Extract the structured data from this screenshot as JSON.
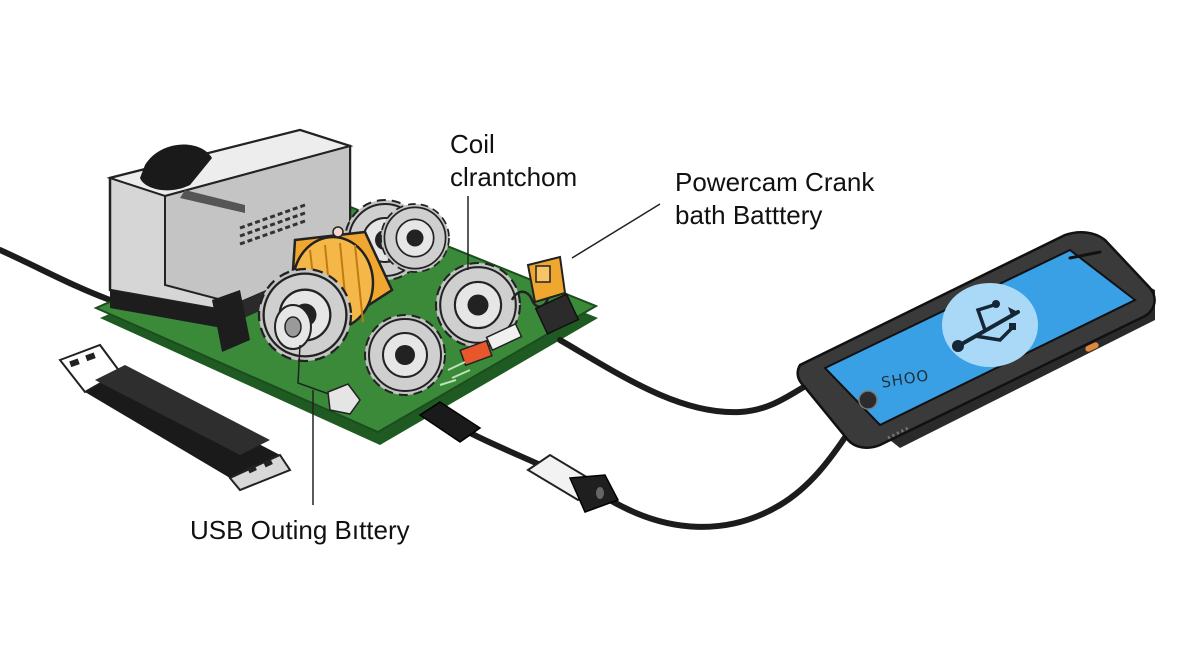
{
  "labels": {
    "coil": {
      "line1": "Coil",
      "line2": "clrantchom"
    },
    "powercam": {
      "line1": "Powercam Crank",
      "line2": "bath Batttery"
    },
    "usb_outing": {
      "line1": "USB Outing Bıttery"
    }
  },
  "phone": {
    "screen_text": "SHOO",
    "screen_icon": "usb-icon"
  },
  "colors": {
    "board": "#3a8a3a",
    "board_edge": "#1f5a22",
    "housing": "#d7d7d7",
    "coil": "#f0a72f",
    "gear": "#b8b8b8",
    "screen": "#3aa0e6",
    "cable": "#1c1c1c"
  }
}
